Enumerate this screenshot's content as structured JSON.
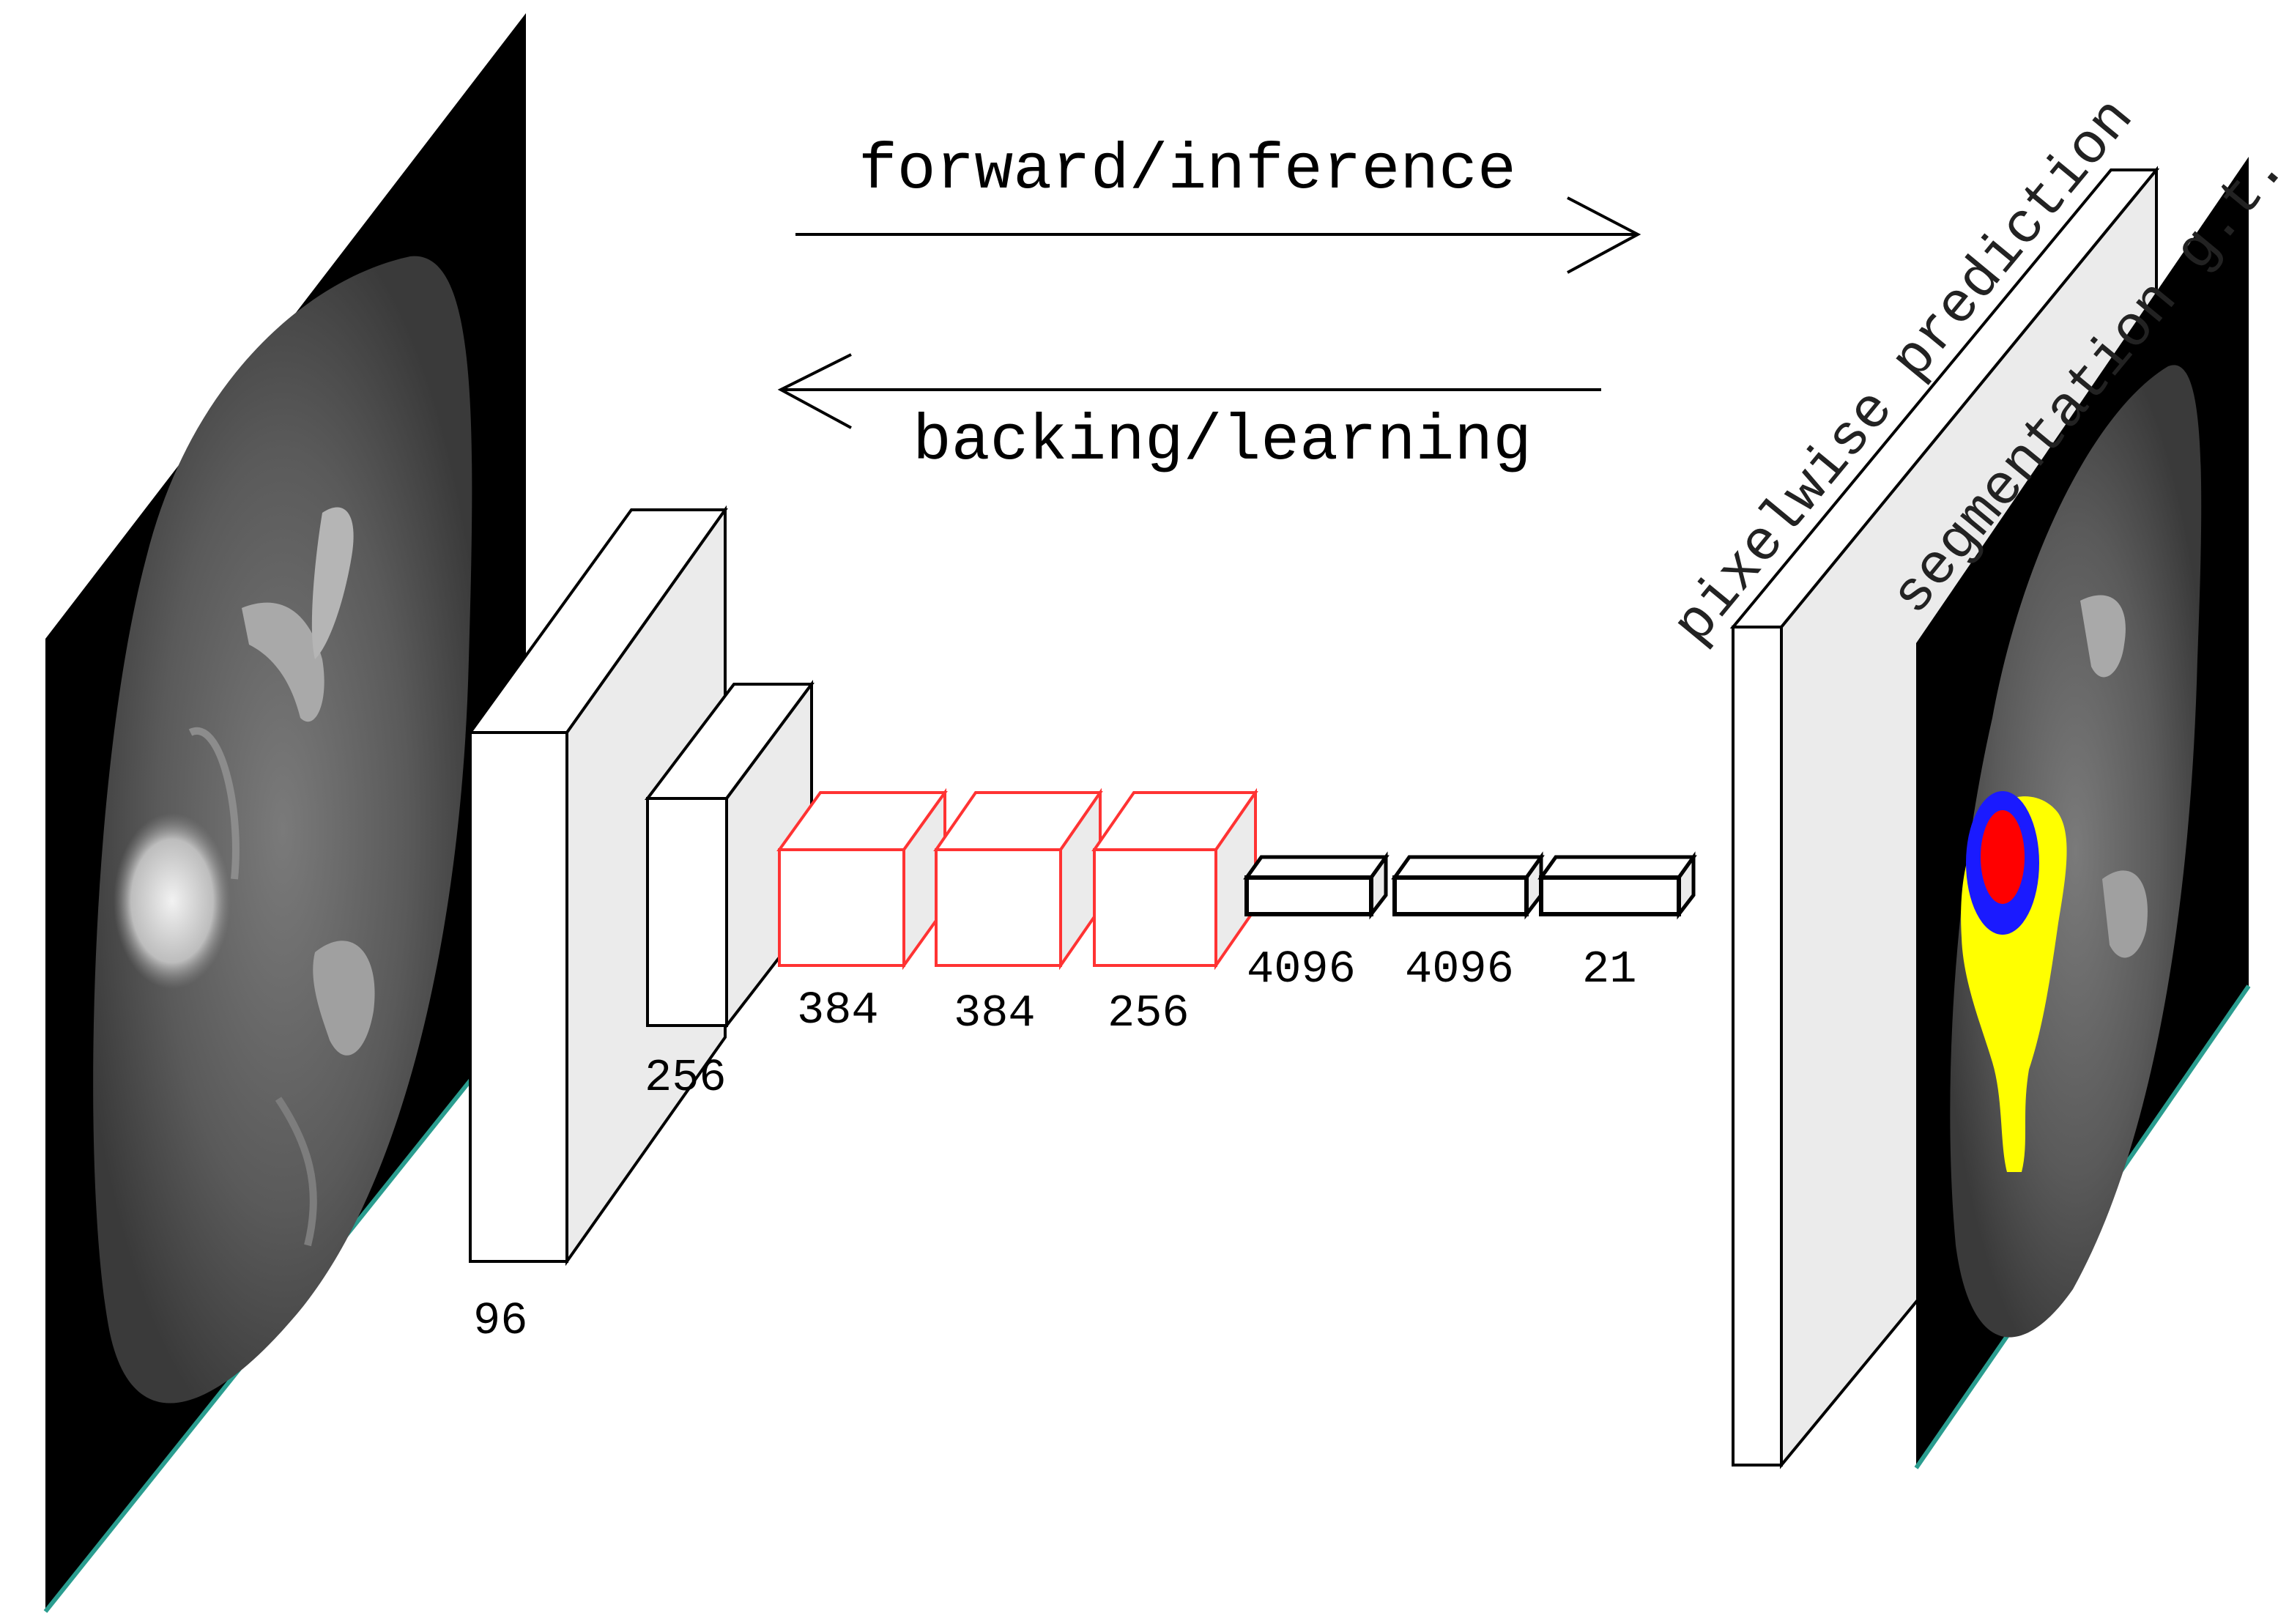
{
  "arrows": {
    "forward_label": "forward/inference",
    "backward_label": "backing/learning"
  },
  "layers": [
    {
      "label": "96",
      "kind": "conv"
    },
    {
      "label": "256",
      "kind": "conv"
    },
    {
      "label": "384",
      "kind": "conv-highlight"
    },
    {
      "label": "384",
      "kind": "conv-highlight"
    },
    {
      "label": "256",
      "kind": "conv-highlight"
    },
    {
      "label": "4096",
      "kind": "fc"
    },
    {
      "label": "4096",
      "kind": "fc"
    },
    {
      "label": "21",
      "kind": "fc"
    }
  ],
  "outputs": {
    "prediction_label": "pixelwise prediction",
    "ground_truth_label": "segmentation g.t."
  },
  "colors": {
    "highlight": "#ff3333",
    "panel": "#000000",
    "panel_edge": "#2a9d8f",
    "tumor_core": "#ff0000",
    "tumor_enhancing": "#1a1aff",
    "edema": "#ffff00"
  }
}
